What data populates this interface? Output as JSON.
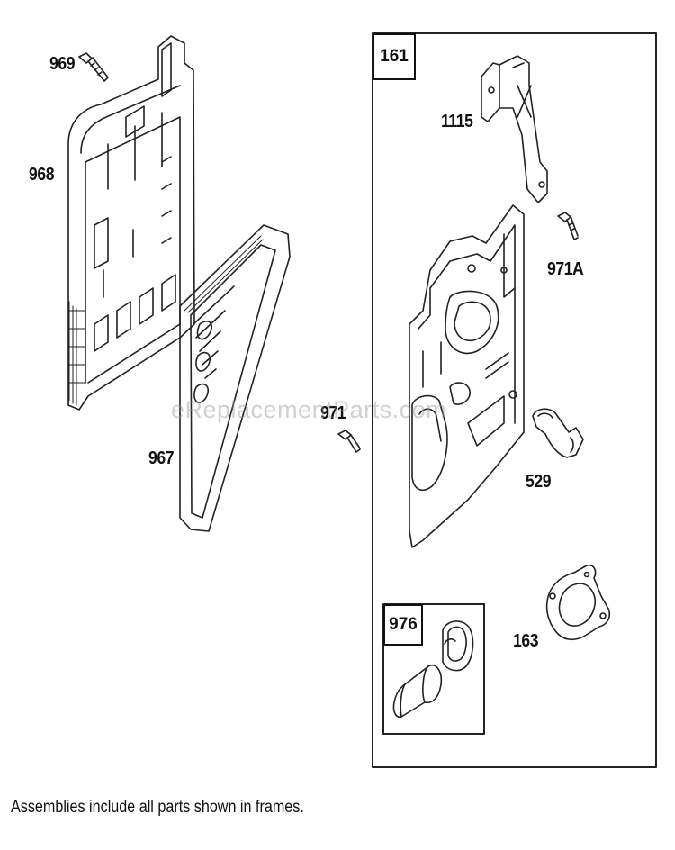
{
  "labels": {
    "p969": "969",
    "p968": "968",
    "p967": "967",
    "p971": "971",
    "p161": "161",
    "p1115": "1115",
    "p971a": "971A",
    "p529": "529",
    "p976": "976",
    "p163": "163"
  },
  "watermark": "eReplacementParts.com",
  "footnote": "Assemblies include all parts shown in frames."
}
